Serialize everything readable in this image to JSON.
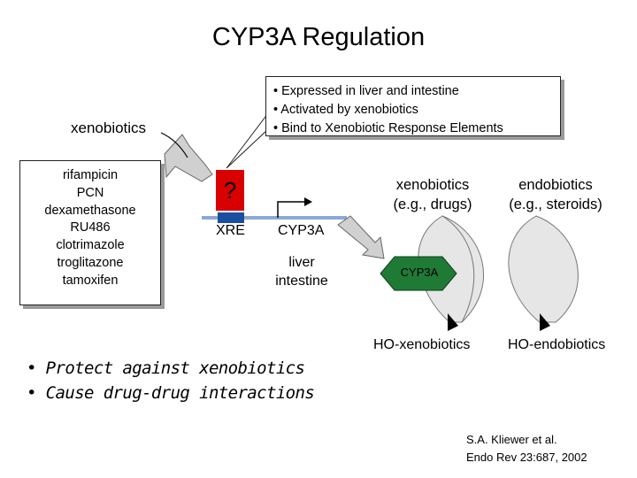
{
  "title": "CYP3A Regulation",
  "callout": {
    "lines": [
      "• Expressed in liver and intestine",
      "• Activated by xenobiotics",
      "• Bind to Xenobiotic Response Elements"
    ]
  },
  "xenobiotics_heading": "xenobiotics",
  "drugs": [
    "rifampicin",
    "PCN",
    "dexamethasone",
    "RU486",
    "clotrimazole",
    "troglitazone",
    "tamoxifen"
  ],
  "receptor": {
    "unknown_label": "?",
    "xre_label": "XRE",
    "gene_label": "CYP3A",
    "tissues": [
      "liver",
      "intestine"
    ]
  },
  "substrates": {
    "xenobiotics": [
      "xenobiotics",
      "(e.g., drugs)"
    ],
    "endobiotics": [
      "endobiotics",
      "(e.g., steroids)"
    ]
  },
  "enzyme_label": "CYP3A",
  "products": {
    "xenobiotic": "HO-xenobiotics",
    "endobiotic": "HO-endobiotics"
  },
  "consequences": [
    "• Protect against xenobiotics",
    "• Cause drug-drug interactions"
  ],
  "citation": [
    "S.A. Kliewer et al.",
    "Endo Rev 23:687, 2002"
  ],
  "colors": {
    "question_box": "#d80000",
    "xre_block": "#1a4fa0",
    "dna_line": "#8aa8d8",
    "enzyme_hexagon": "#1f7a36",
    "arrow_fill": "#d0d0d0",
    "lobe_fill": "#e6e6e6"
  }
}
